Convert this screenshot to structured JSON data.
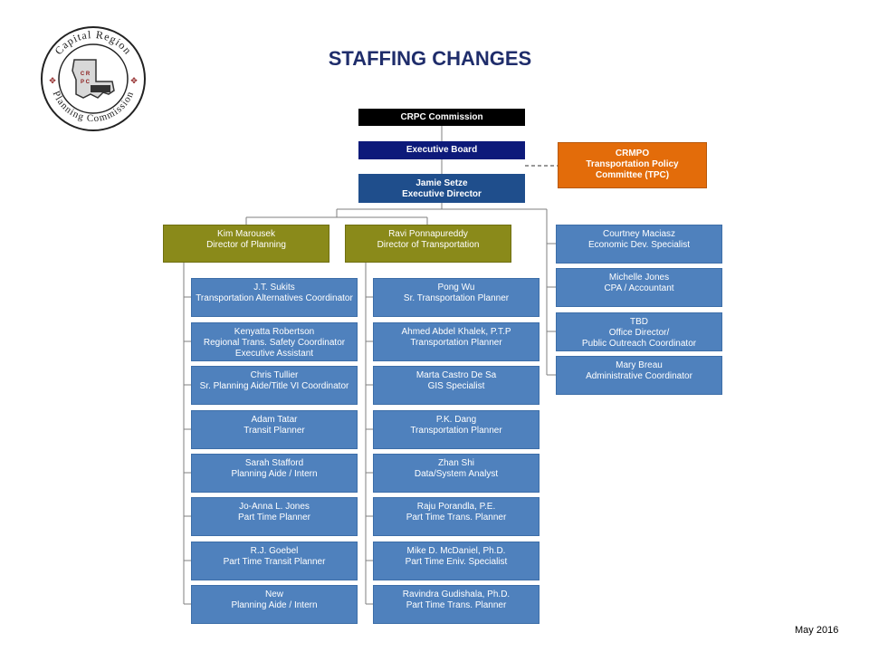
{
  "header": {
    "title": "STAFFING  CHANGES",
    "date": "May 2016",
    "logo": {
      "ring_text": "Capital Region Planning Commission",
      "center_text": "CRPC"
    }
  },
  "org": {
    "commission": "CRPC Commission",
    "board": "Executive Board",
    "tpc": [
      "CRMPO",
      "Transportation Policy",
      "Committee (TPC)"
    ],
    "director": [
      "Jamie Setze",
      "Executive Director"
    ],
    "planning_head": [
      "Kim Marousek",
      "Director of Planning"
    ],
    "transport_head": [
      "Ravi Ponnapureddy",
      "Director of Transportation"
    ],
    "planning_staff": [
      [
        "J.T. Sukits",
        "Transportation Alternatives Coordinator"
      ],
      [
        "Kenyatta Robertson",
        "Regional Trans. Safety Coordinator",
        "Executive Assistant"
      ],
      [
        "Chris Tullier",
        "Sr. Planning Aide/Title VI Coordinator"
      ],
      [
        "Adam Tatar",
        "Transit Planner"
      ],
      [
        "Sarah Stafford",
        "Planning Aide / Intern"
      ],
      [
        "Jo-Anna L. Jones",
        "Part Time Planner"
      ],
      [
        "R.J. Goebel",
        "Part Time Transit Planner"
      ],
      [
        "New",
        "Planning Aide / Intern"
      ]
    ],
    "transport_staff": [
      [
        "Pong Wu",
        "Sr. Transportation Planner"
      ],
      [
        "Ahmed Abdel Khalek, P.T.P",
        "Transportation Planner"
      ],
      [
        "Marta Castro De Sa",
        "GIS Specialist"
      ],
      [
        "P.K. Dang",
        "Transportation Planner"
      ],
      [
        "Zhan Shi",
        "Data/System Analyst"
      ],
      [
        "Raju Porandla, P.E.",
        "Part Time Trans. Planner"
      ],
      [
        "Mike D. McDaniel, Ph.D.",
        "Part Time Eniv. Specialist"
      ],
      [
        "Ravindra Gudishala, Ph.D.",
        "Part Time Trans. Planner"
      ]
    ],
    "direct_staff": [
      [
        "Courtney Maciasz",
        "Economic Dev. Specialist"
      ],
      [
        "Michelle Jones",
        "CPA / Accountant"
      ],
      [
        "TBD",
        "Office Director/",
        "Public Outreach Coordinator"
      ],
      [
        "Mary Breau",
        "Administrative Coordinator"
      ]
    ]
  }
}
